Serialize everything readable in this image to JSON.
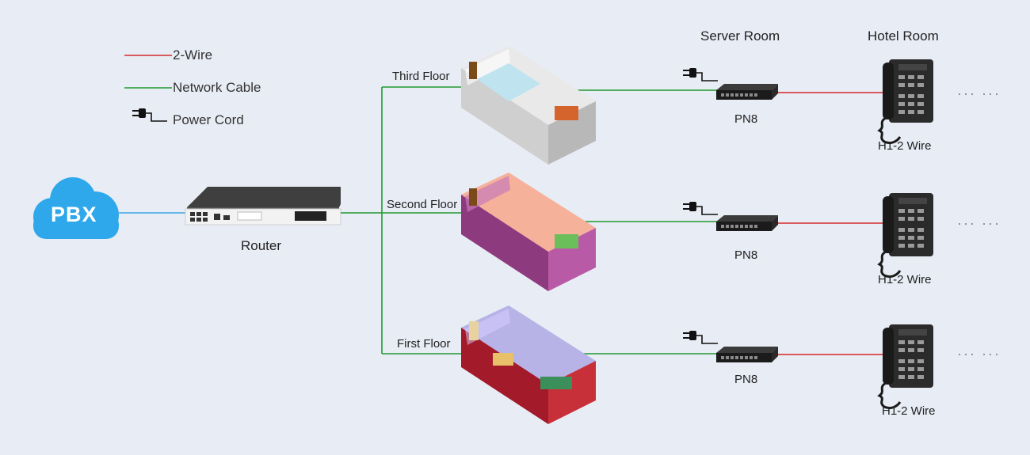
{
  "legend": {
    "two_wire": "2-Wire",
    "network_cable": "Network Cable",
    "power_cord": "Power Cord"
  },
  "pbx": {
    "label": "PBX"
  },
  "router": {
    "label": "Router"
  },
  "columns": {
    "server_room": "Server Room",
    "hotel_room": "Hotel Room"
  },
  "floors": [
    {
      "label": "Third Floor",
      "gateway": "PN8",
      "phone": "H1-2 Wire"
    },
    {
      "label": "Second Floor",
      "gateway": "PN8",
      "phone": "H1-2 Wire"
    },
    {
      "label": "First Floor",
      "gateway": "PN8",
      "phone": "H1-2 Wire"
    }
  ],
  "more_indicator": "··· ···",
  "colors": {
    "two_wire": "#d42a2a",
    "network_cable": "#1f9a2f",
    "pbx_link": "#39a7e4",
    "cloud": "#2ea8ea"
  }
}
